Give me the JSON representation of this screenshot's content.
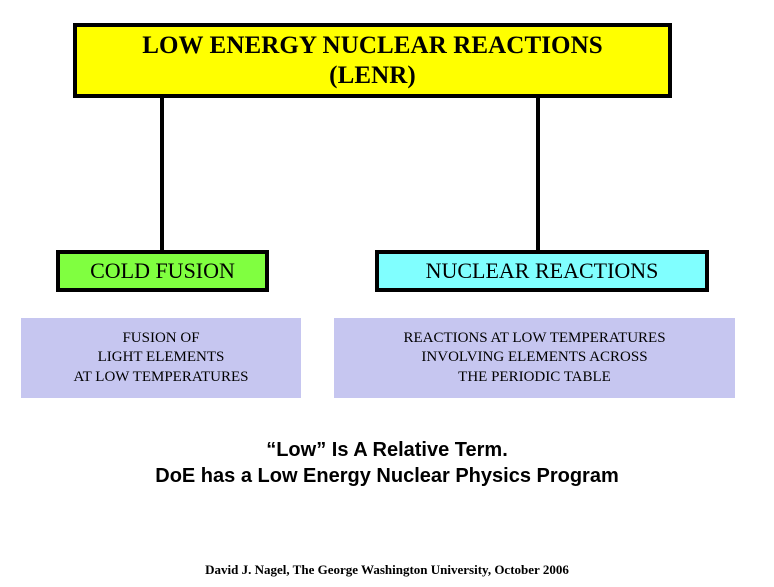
{
  "slide": {
    "title": {
      "line1": "LOW ENERGY NUCLEAR REACTIONS",
      "line2": "(LENR)",
      "fill_color": "#FFFF00",
      "border_color": "#000000"
    },
    "branches": [
      {
        "label": "COLD FUSION",
        "fill_color": "#80FF40",
        "description_lines": [
          "FUSION OF",
          "LIGHT ELEMENTS",
          "AT LOW TEMPERATURES"
        ],
        "description_fill_color": "#C6C6F0"
      },
      {
        "label": "NUCLEAR REACTIONS",
        "fill_color": "#80FFFF",
        "description_lines": [
          "REACTIONS AT LOW TEMPERATURES",
          "INVOLVING ELEMENTS ACROSS",
          "THE PERIODIC TABLE"
        ],
        "description_fill_color": "#C6C6F0"
      }
    ],
    "note": {
      "line1": "“Low” Is A Relative Term.",
      "line2": "DoE has a Low Energy Nuclear Physics Program"
    },
    "credit": "David J. Nagel, The George Washington University, October 2006"
  }
}
